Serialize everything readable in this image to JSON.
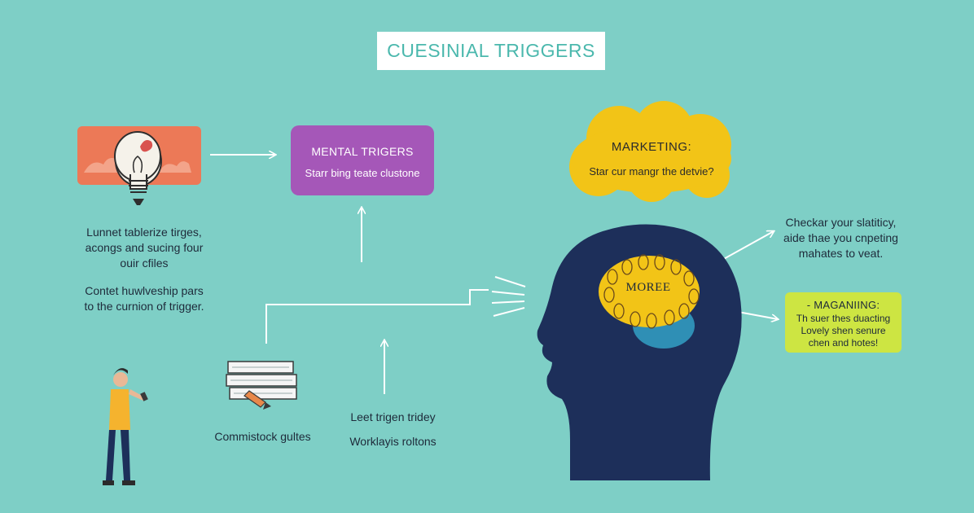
{
  "title": "CUESINIAL TRIGGERS",
  "mental_box": {
    "title": "MENTAL TRIGERS",
    "subtitle": "Starr bing teate clustone"
  },
  "cloud": {
    "title": "MARKETING:",
    "subtitle": "Star cur mangr the detvie?"
  },
  "left_text_1": {
    "lines": [
      "Lunnet tablerize tirges,",
      "acongs and sucing four",
      "ouir cfiles"
    ]
  },
  "left_text_2": {
    "lines": [
      "Contet huwlveship pars",
      "to the curnion of trigger."
    ]
  },
  "books_label": "Commistock gultes",
  "trigger_text": {
    "lines": [
      "Leet trigen tridey",
      "Worklayis roltons"
    ]
  },
  "right_text": {
    "lines": [
      "Checkar your slatiticy,",
      "aide thae you cnpeting",
      "mahates to veat."
    ]
  },
  "magazine_box": {
    "title": "- MAGANIING:",
    "lines": [
      "Th suer thes duacting",
      "Lovely shen senure",
      "chen and hotes!"
    ]
  },
  "brain_label": "MOREE",
  "colors": {
    "background": "#7ecfc6",
    "title_text": "#4bb8ad",
    "bulb_card": "#ec7957",
    "mental_box": "#a557b8",
    "cloud": "#f2c417",
    "head": "#1d2f5a",
    "brain": "#f2c417",
    "magazine_box": "#cde542"
  },
  "icons": [
    "light-bulb-icon",
    "books-icon",
    "pencil-icon",
    "person-figure",
    "head-silhouette",
    "brain-icon"
  ]
}
